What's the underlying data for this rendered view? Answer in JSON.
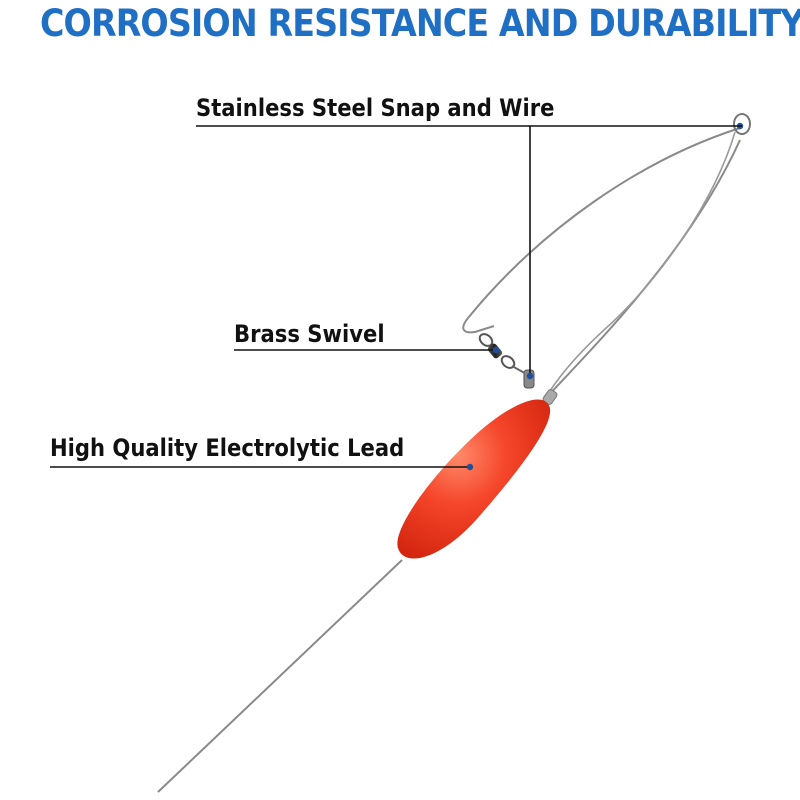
{
  "headline": "CORROSION RESISTANCE AND DURABILITY",
  "callouts": {
    "snap_wire": "Stainless Steel Snap and Wire",
    "swivel": "Brass Swivel",
    "lead": "High Quality Electrolytic Lead"
  },
  "colors": {
    "headline": "#1f6fc4",
    "label_text": "#111111",
    "leader_line": "#111111",
    "marker_dot": "#1f4f9a",
    "lead_weight": "#f2391f",
    "wire": "#8a8a8a"
  }
}
